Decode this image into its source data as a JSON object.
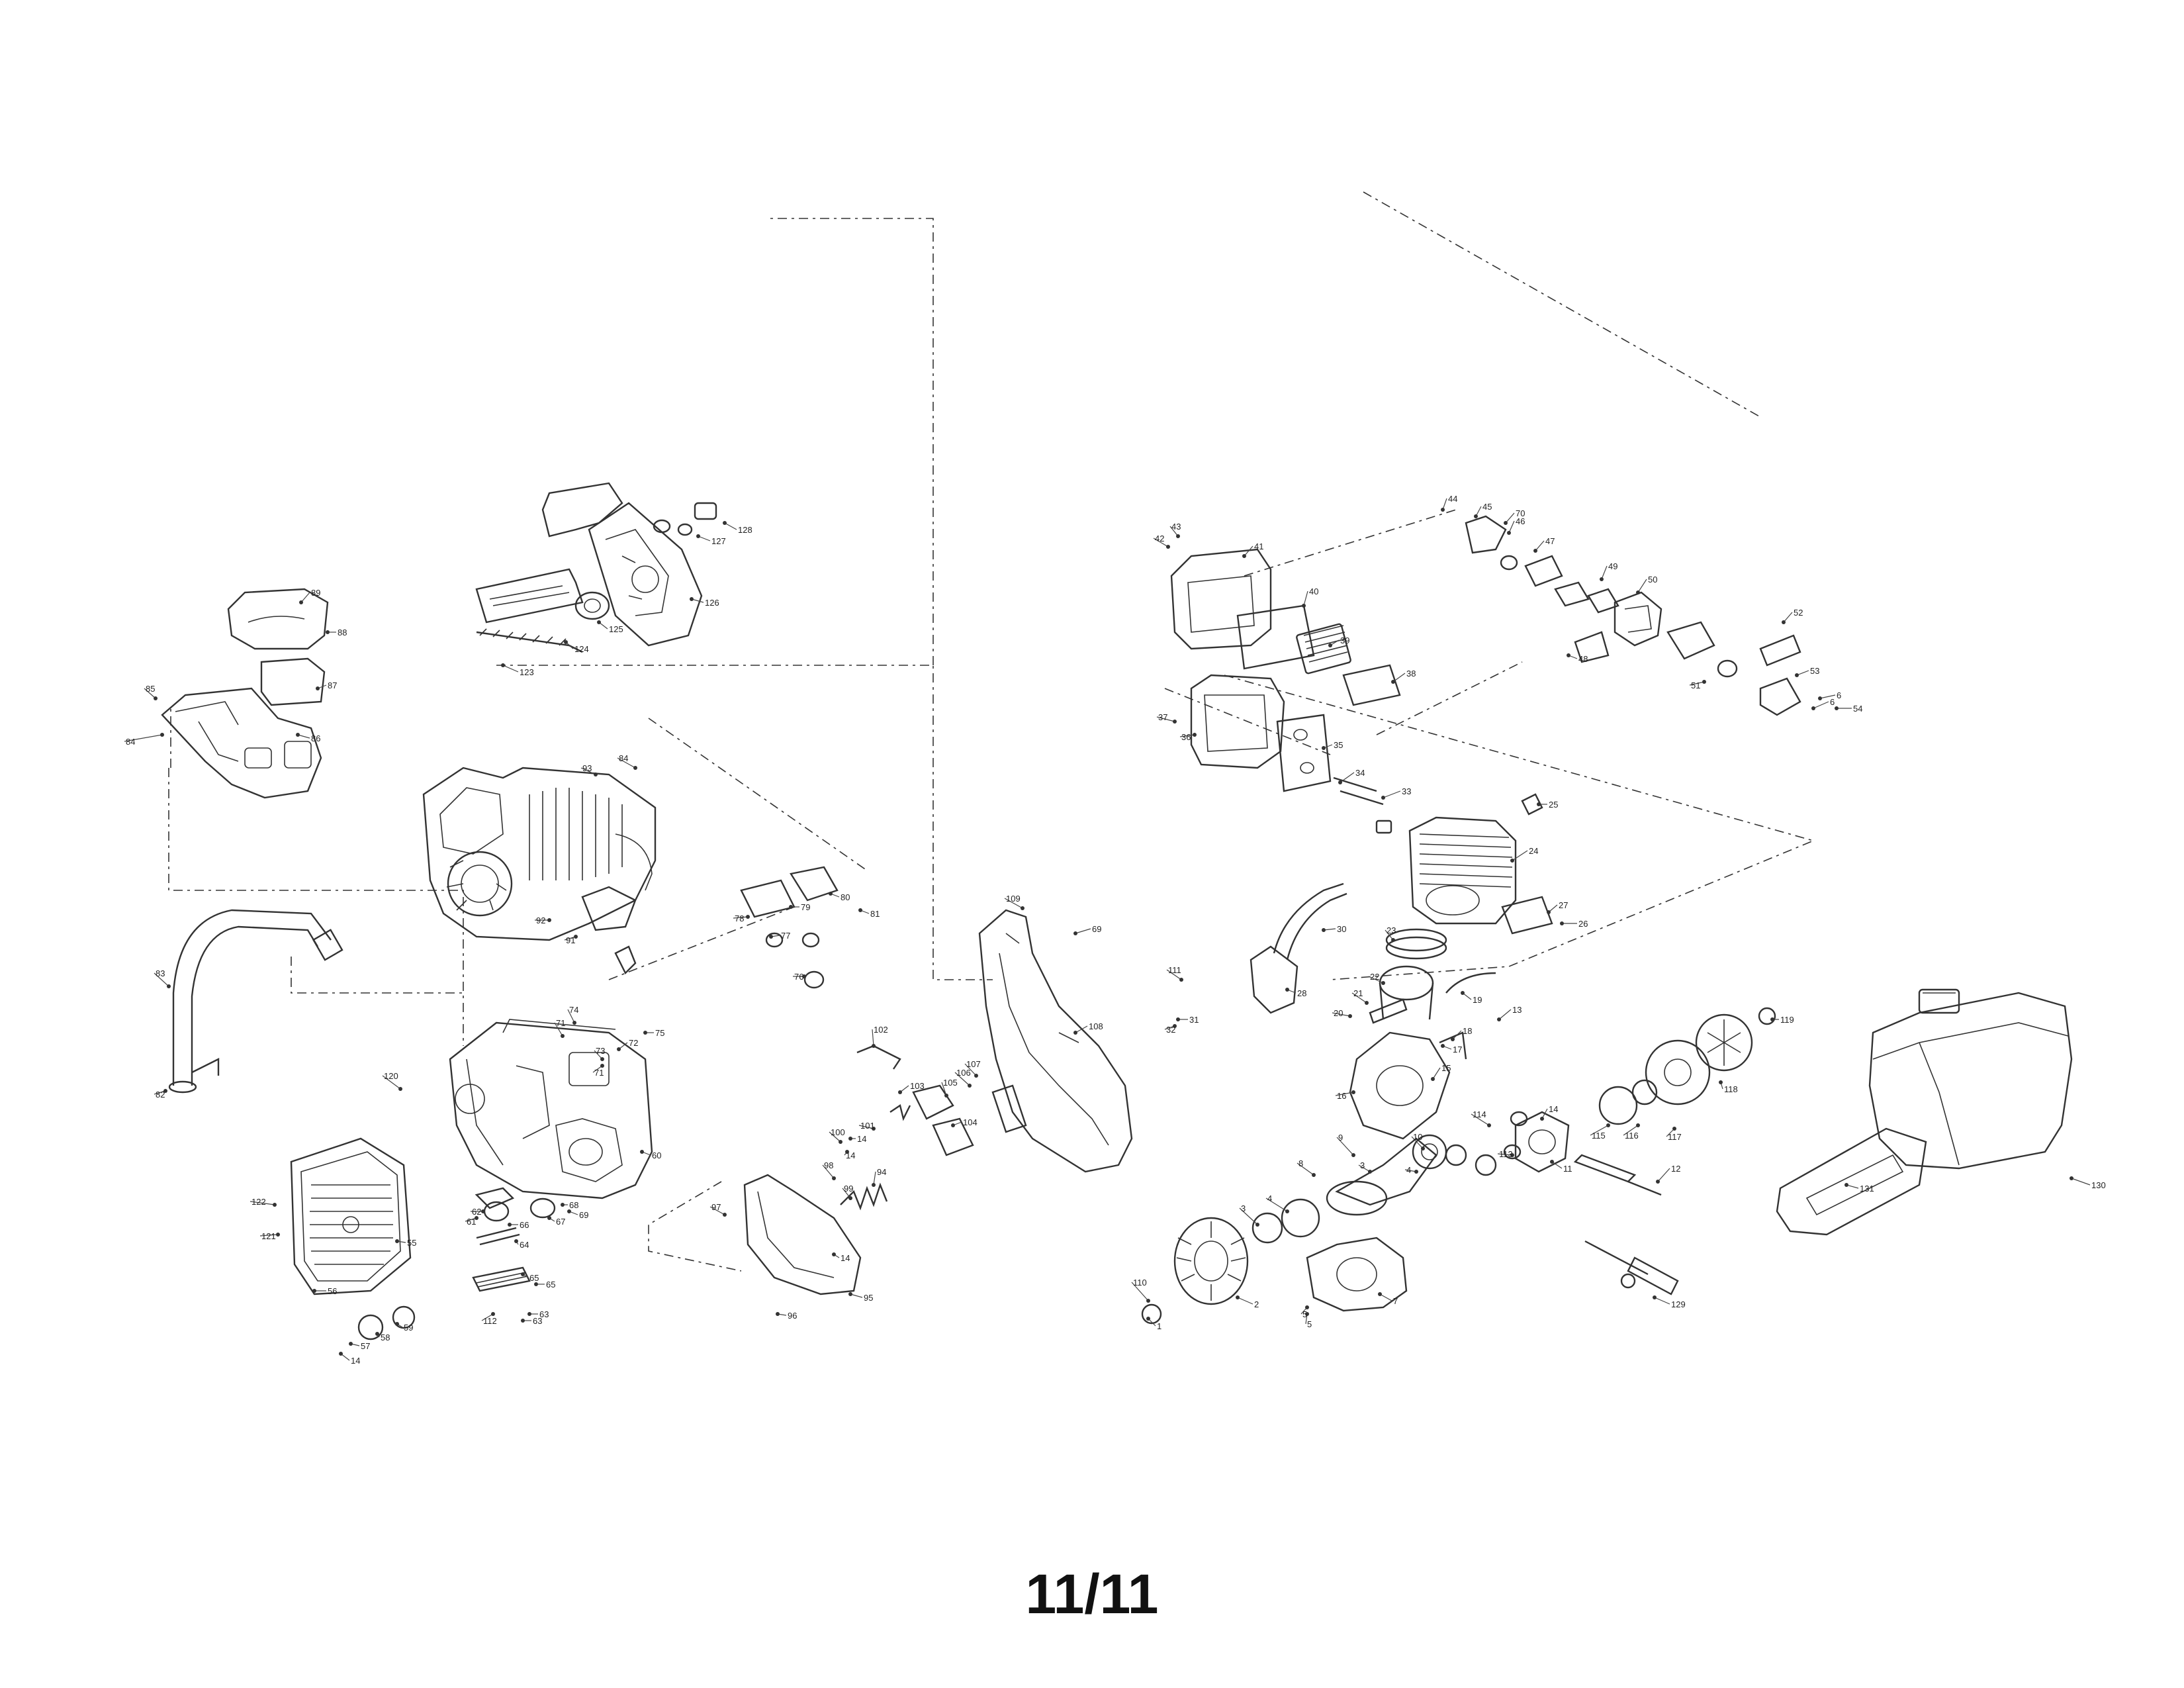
{
  "page": {
    "number_label": "11/11"
  },
  "callouts": [
    "1",
    "2",
    "3",
    "4",
    "5",
    "6",
    "7",
    "8",
    "9",
    "10",
    "11",
    "12",
    "13",
    "14",
    "15",
    "16",
    "17",
    "18",
    "19",
    "20",
    "21",
    "22",
    "23",
    "24",
    "25",
    "26",
    "27",
    "28",
    "30",
    "31",
    "32",
    "33",
    "34",
    "35",
    "36",
    "37",
    "38",
    "39",
    "40",
    "41",
    "42",
    "43",
    "44",
    "45",
    "46",
    "47",
    "48",
    "49",
    "50",
    "51",
    "52",
    "53",
    "54",
    "55",
    "56",
    "57",
    "58",
    "59",
    "60",
    "61",
    "62",
    "63",
    "64",
    "65",
    "66",
    "67",
    "68",
    "69",
    "70",
    "71",
    "72",
    "73",
    "74",
    "75",
    "76",
    "77",
    "78",
    "79",
    "80",
    "81",
    "82",
    "83",
    "84",
    "85",
    "86",
    "87",
    "88",
    "89",
    "91",
    "92",
    "93",
    "94",
    "95",
    "96",
    "97",
    "98",
    "99",
    "100",
    "101",
    "102",
    "103",
    "104",
    "105",
    "106",
    "107",
    "108",
    "109",
    "110",
    "111",
    "112",
    "113",
    "114",
    "115",
    "116",
    "117",
    "118",
    "119",
    "120",
    "121",
    "122",
    "123",
    "124",
    "125",
    "126",
    "127",
    "128",
    "129",
    "130",
    "131"
  ],
  "repeat_callouts": [
    "14",
    "14",
    "14",
    "14",
    "6",
    "3",
    "4",
    "5",
    "63",
    "65",
    "69",
    "71",
    "84"
  ]
}
